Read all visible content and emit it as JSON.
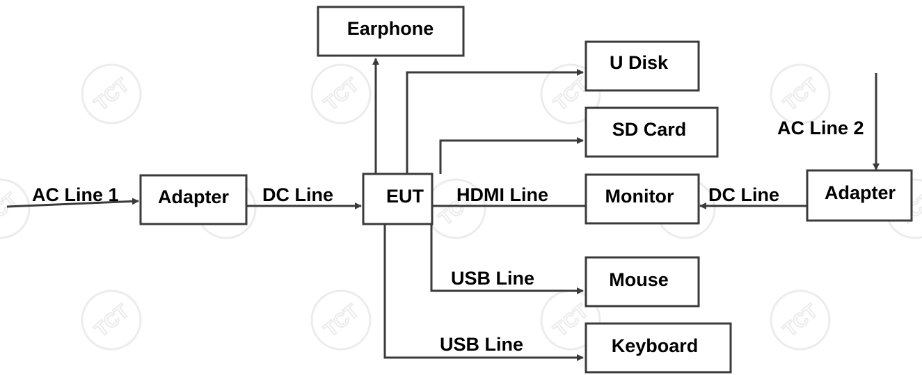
{
  "watermark": {
    "text": "TCT"
  },
  "boxes": {
    "earphone": "Earphone",
    "udisk": "U Disk",
    "sdcard": "SD Card",
    "adapter1": "Adapter",
    "eut": "EUT",
    "monitor": "Monitor",
    "adapter2": "Adapter",
    "mouse": "Mouse",
    "keyboard": "Keyboard"
  },
  "lines": {
    "ac_line_1": "AC Line 1",
    "ac_line_2": "AC Line 2",
    "dc_line_1": "DC Line",
    "dc_line_2": "DC Line",
    "hdmi_line": "HDMI Line",
    "usb_line_mouse": "USB Line",
    "usb_line_keyboard": "USB Line"
  }
}
